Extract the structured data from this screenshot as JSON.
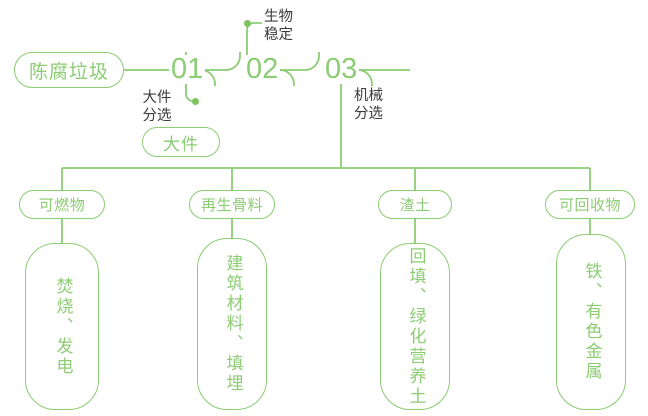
{
  "theme": {
    "line_color": "#8ccc73",
    "accent_dot": "#7dc45e",
    "label_color": "#3b3b3b",
    "background": "#ffffff"
  },
  "source": {
    "label": "陈腐垃圾"
  },
  "steps": [
    {
      "number": "01",
      "process": "大件\n分选",
      "output": "大件"
    },
    {
      "number": "02",
      "process": "生物\n稳定"
    },
    {
      "number": "03",
      "process": "机械\n分选"
    }
  ],
  "outputs": [
    {
      "category": "可燃物",
      "destination": "焚烧、发电"
    },
    {
      "category": "再生骨料",
      "destination": "建筑材料、填埋"
    },
    {
      "category": "渣土",
      "destination": "回填、绿化营养土"
    },
    {
      "category": "可回收物",
      "destination": "铁、有色金属"
    }
  ]
}
